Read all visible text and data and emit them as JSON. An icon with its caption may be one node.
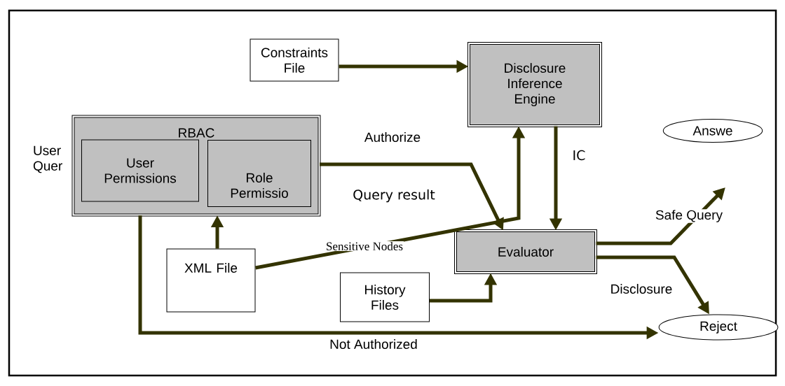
{
  "diagram": {
    "nodes": [
      {
        "text": [
          "Constraints File"
        ]
      },
      {
        "text": [
          "Disclosure Inference Engine"
        ]
      },
      {
        "text": [
          "RBAC"
        ]
      },
      {
        "text": [
          "User Permissions"
        ],
        "in": 2
      },
      {
        "text": [
          "Role Permissio"
        ],
        "in": 2
      },
      {
        "text": [
          "XML File"
        ]
      },
      {
        "text": [
          "History Files"
        ]
      },
      {
        "text": [
          "Evaluator"
        ]
      },
      {
        "text": [
          "Answe"
        ]
      },
      {
        "text": [
          "Reject"
        ]
      }
    ],
    "edges": [
      {
        "from": 0,
        "to": 1,
        "arrow": "to"
      },
      {
        "from": 2,
        "to": 7,
        "arrow": "to",
        "label": "Authorize"
      },
      {
        "from": 5,
        "to": 1,
        "arrow": "to",
        "label": "Sensitive Nodes"
      },
      {
        "from": 1,
        "to": 7,
        "arrow": "to",
        "label": "IC"
      },
      {
        "from": 5,
        "to": 2,
        "arrow": "to"
      },
      {
        "from": 6,
        "to": 7,
        "arrow": "to"
      },
      {
        "from": 7,
        "to": null,
        "arrow": "to",
        "label": "Safe Query"
      },
      {
        "from": 7,
        "to": 9,
        "arrow": "to",
        "label": "Disclosure"
      },
      {
        "from": 2,
        "to": 9,
        "arrow": "to",
        "label": "Not Authorized"
      }
    ],
    "labels": [
      "User Quer",
      "Query result"
    ]
  }
}
